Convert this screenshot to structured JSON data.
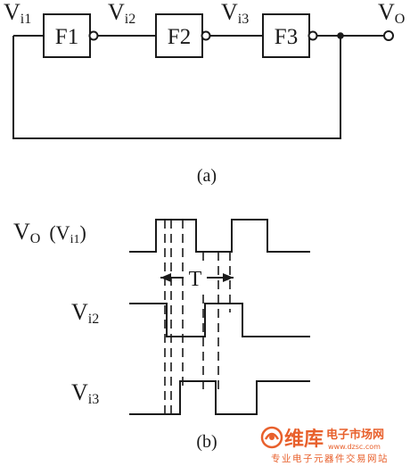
{
  "circuit": {
    "blocks": [
      "F1",
      "F2",
      "F3"
    ],
    "input_label_main": "V",
    "input_label_sub": "i1",
    "node2_main": "V",
    "node2_sub": "i2",
    "node3_main": "V",
    "node3_sub": "i3",
    "output_main": "V",
    "output_sub": "O",
    "caption": "(a)"
  },
  "waveforms": {
    "vo_main": "V",
    "vo_sub": "O",
    "vo_paren_open": "(V",
    "vo_paren_sub": "i1",
    "vo_paren_close": ")",
    "vi2_main": "V",
    "vi2_sub": "i2",
    "vi3_main": "V",
    "vi3_sub": "i3",
    "period_label": "T",
    "caption": "(b)"
  },
  "watermark": {
    "logo_cn": "维库",
    "site_cn": "电子市场网",
    "url": "www.dzsc.com",
    "slogan": "专业电子元器件交易网站",
    "color": "#e8602c"
  }
}
